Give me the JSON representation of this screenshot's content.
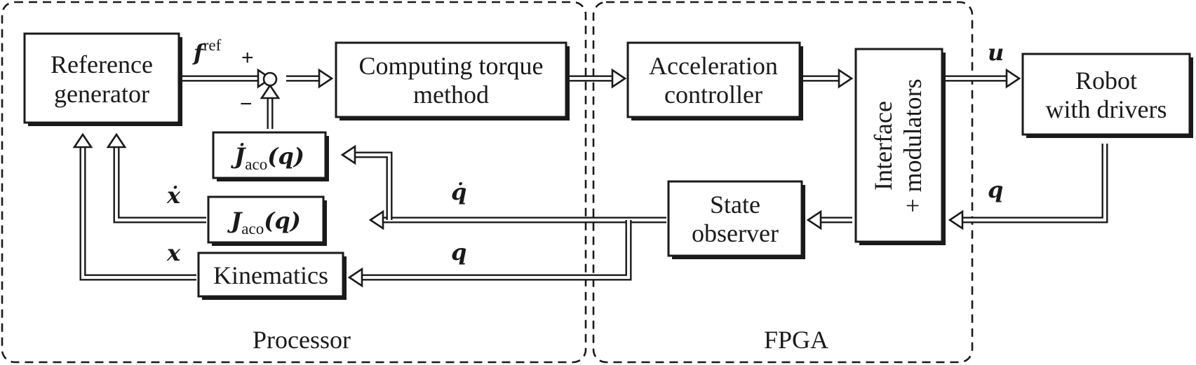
{
  "regions": {
    "processor": "Processor",
    "fpga": "FPGA"
  },
  "blocks": {
    "reference_generator": [
      "Reference",
      "generator"
    ],
    "computing_torque": [
      "Computing torque",
      "method"
    ],
    "acceleration_controller": [
      "Acceleration",
      "controller"
    ],
    "interface_modulators": [
      "Interface",
      "+ modulators"
    ],
    "robot": [
      "Robot",
      "with drivers"
    ],
    "state_observer": [
      "State",
      "observer"
    ],
    "jacobian_dot": {
      "symbol": "J̇",
      "subscript": "aco",
      "argument": "(q)"
    },
    "jacobian": {
      "symbol": "J",
      "subscript": "aco",
      "argument": "(q)"
    },
    "kinematics": "Kinematics"
  },
  "signals": {
    "f_ref": {
      "symbol": "f",
      "superscript": "ref"
    },
    "plus": "+",
    "minus": "−",
    "u": "u",
    "q_robot": "q",
    "q_dot": "q̇",
    "q_kin": "q",
    "x_dot": "ẋ",
    "x": "x"
  }
}
